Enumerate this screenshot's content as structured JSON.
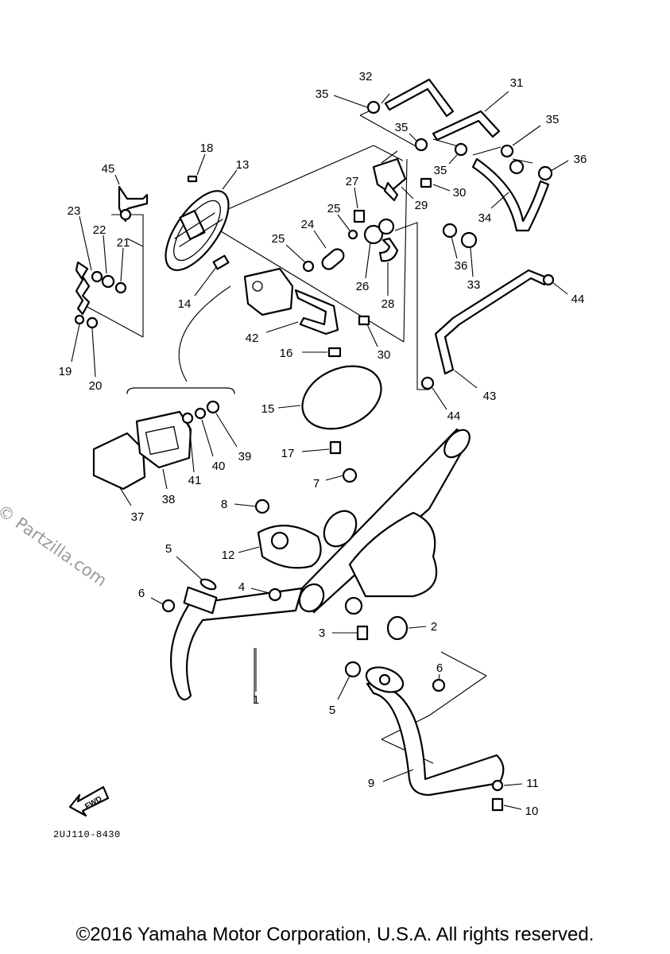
{
  "watermark": "© Partzilla.com",
  "diagram_code": "2UJ110-8430",
  "fwd_label": "FWD",
  "copyright": "©2016 Yamaha Motor Corporation, U.S.A. All rights reserved.",
  "callouts": [
    "32",
    "31",
    "35",
    "35",
    "35",
    "35",
    "36",
    "18",
    "13",
    "45",
    "27",
    "30",
    "29",
    "25",
    "23",
    "22",
    "21",
    "25",
    "24",
    "36",
    "34",
    "26",
    "33",
    "28",
    "44",
    "14",
    "42",
    "30",
    "16",
    "19",
    "20",
    "15",
    "43",
    "44",
    "39",
    "40",
    "41",
    "17",
    "38",
    "37",
    "7",
    "8",
    "12",
    "5",
    "4",
    "6",
    "2",
    "3",
    "6",
    "5",
    "1",
    "9",
    "11",
    "10"
  ]
}
